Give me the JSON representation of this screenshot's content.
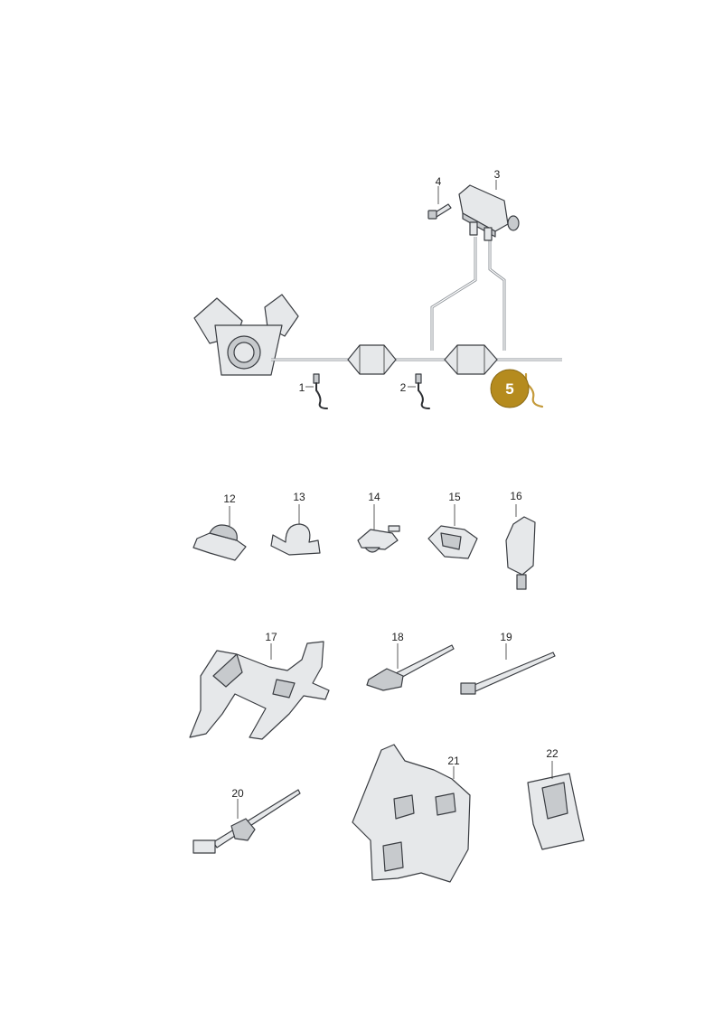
{
  "diagram": {
    "labels": [
      {
        "id": "1",
        "text": "1"
      },
      {
        "id": "2",
        "text": "2"
      },
      {
        "id": "3",
        "text": "3"
      },
      {
        "id": "4",
        "text": "4"
      },
      {
        "id": "12",
        "text": "12"
      },
      {
        "id": "13",
        "text": "13"
      },
      {
        "id": "14",
        "text": "14"
      },
      {
        "id": "15",
        "text": "15"
      },
      {
        "id": "16",
        "text": "16"
      },
      {
        "id": "17",
        "text": "17"
      },
      {
        "id": "18",
        "text": "18"
      },
      {
        "id": "19",
        "text": "19"
      },
      {
        "id": "20",
        "text": "20"
      },
      {
        "id": "21",
        "text": "21"
      },
      {
        "id": "22",
        "text": "22"
      }
    ],
    "highlight": {
      "text": "5",
      "color": "#b58b1e",
      "wire_color": "#c49a3a"
    },
    "colors": {
      "part_fill": "#e6e8ea",
      "outline": "#3a3d42",
      "pipe": "#8e9399"
    }
  }
}
